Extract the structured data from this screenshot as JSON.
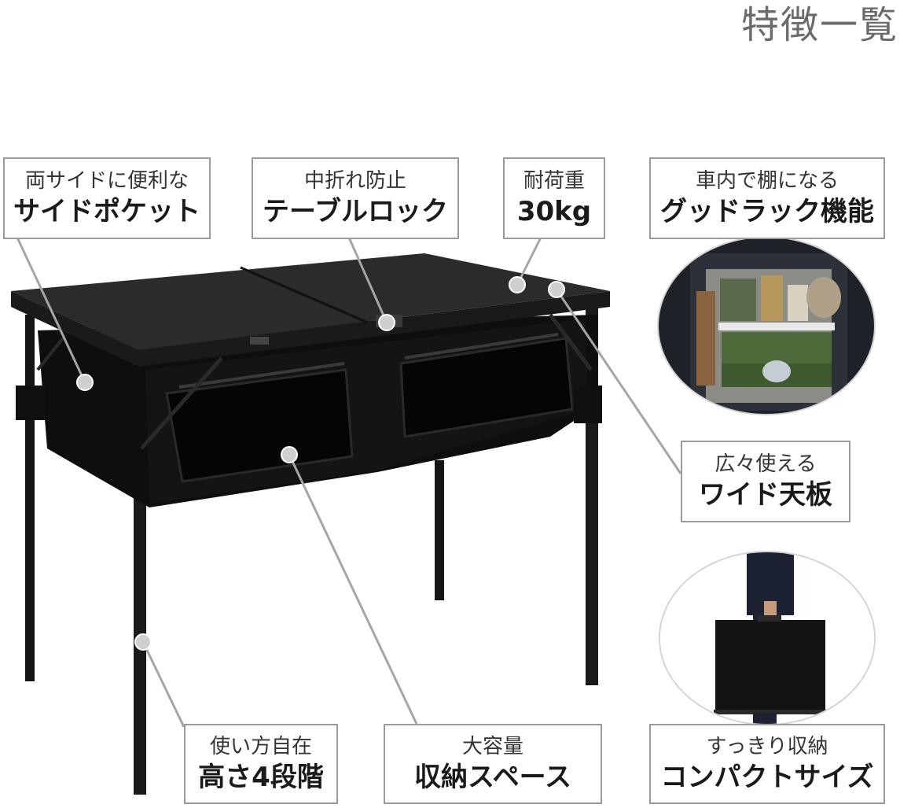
{
  "title": "特徴一覧",
  "callouts": {
    "side_pocket": {
      "sub": "両サイドに便利な",
      "main": "サイドポケット"
    },
    "table_lock": {
      "sub": "中折れ防止",
      "main": "テーブルロック"
    },
    "load": {
      "sub": "耐荷重",
      "main": "30kg"
    },
    "good_rack": {
      "sub": "車内で棚になる",
      "main": "グッドラック機能"
    },
    "wide_top": {
      "sub": "広々使える",
      "main": "ワイド天板"
    },
    "height": {
      "sub": "使い方自在",
      "main": "高さ4段階"
    },
    "storage": {
      "sub": "大容量",
      "main": "収納スペース"
    },
    "compact": {
      "sub": "すっきり収納",
      "main": "コンパクトサイズ"
    }
  },
  "colors": {
    "tabletop": "#2b2b2d",
    "frame": "#1b1b1c",
    "fabric": "#0f0f10",
    "leader": "#a6a6a6",
    "dot": "#c8c8c8"
  }
}
